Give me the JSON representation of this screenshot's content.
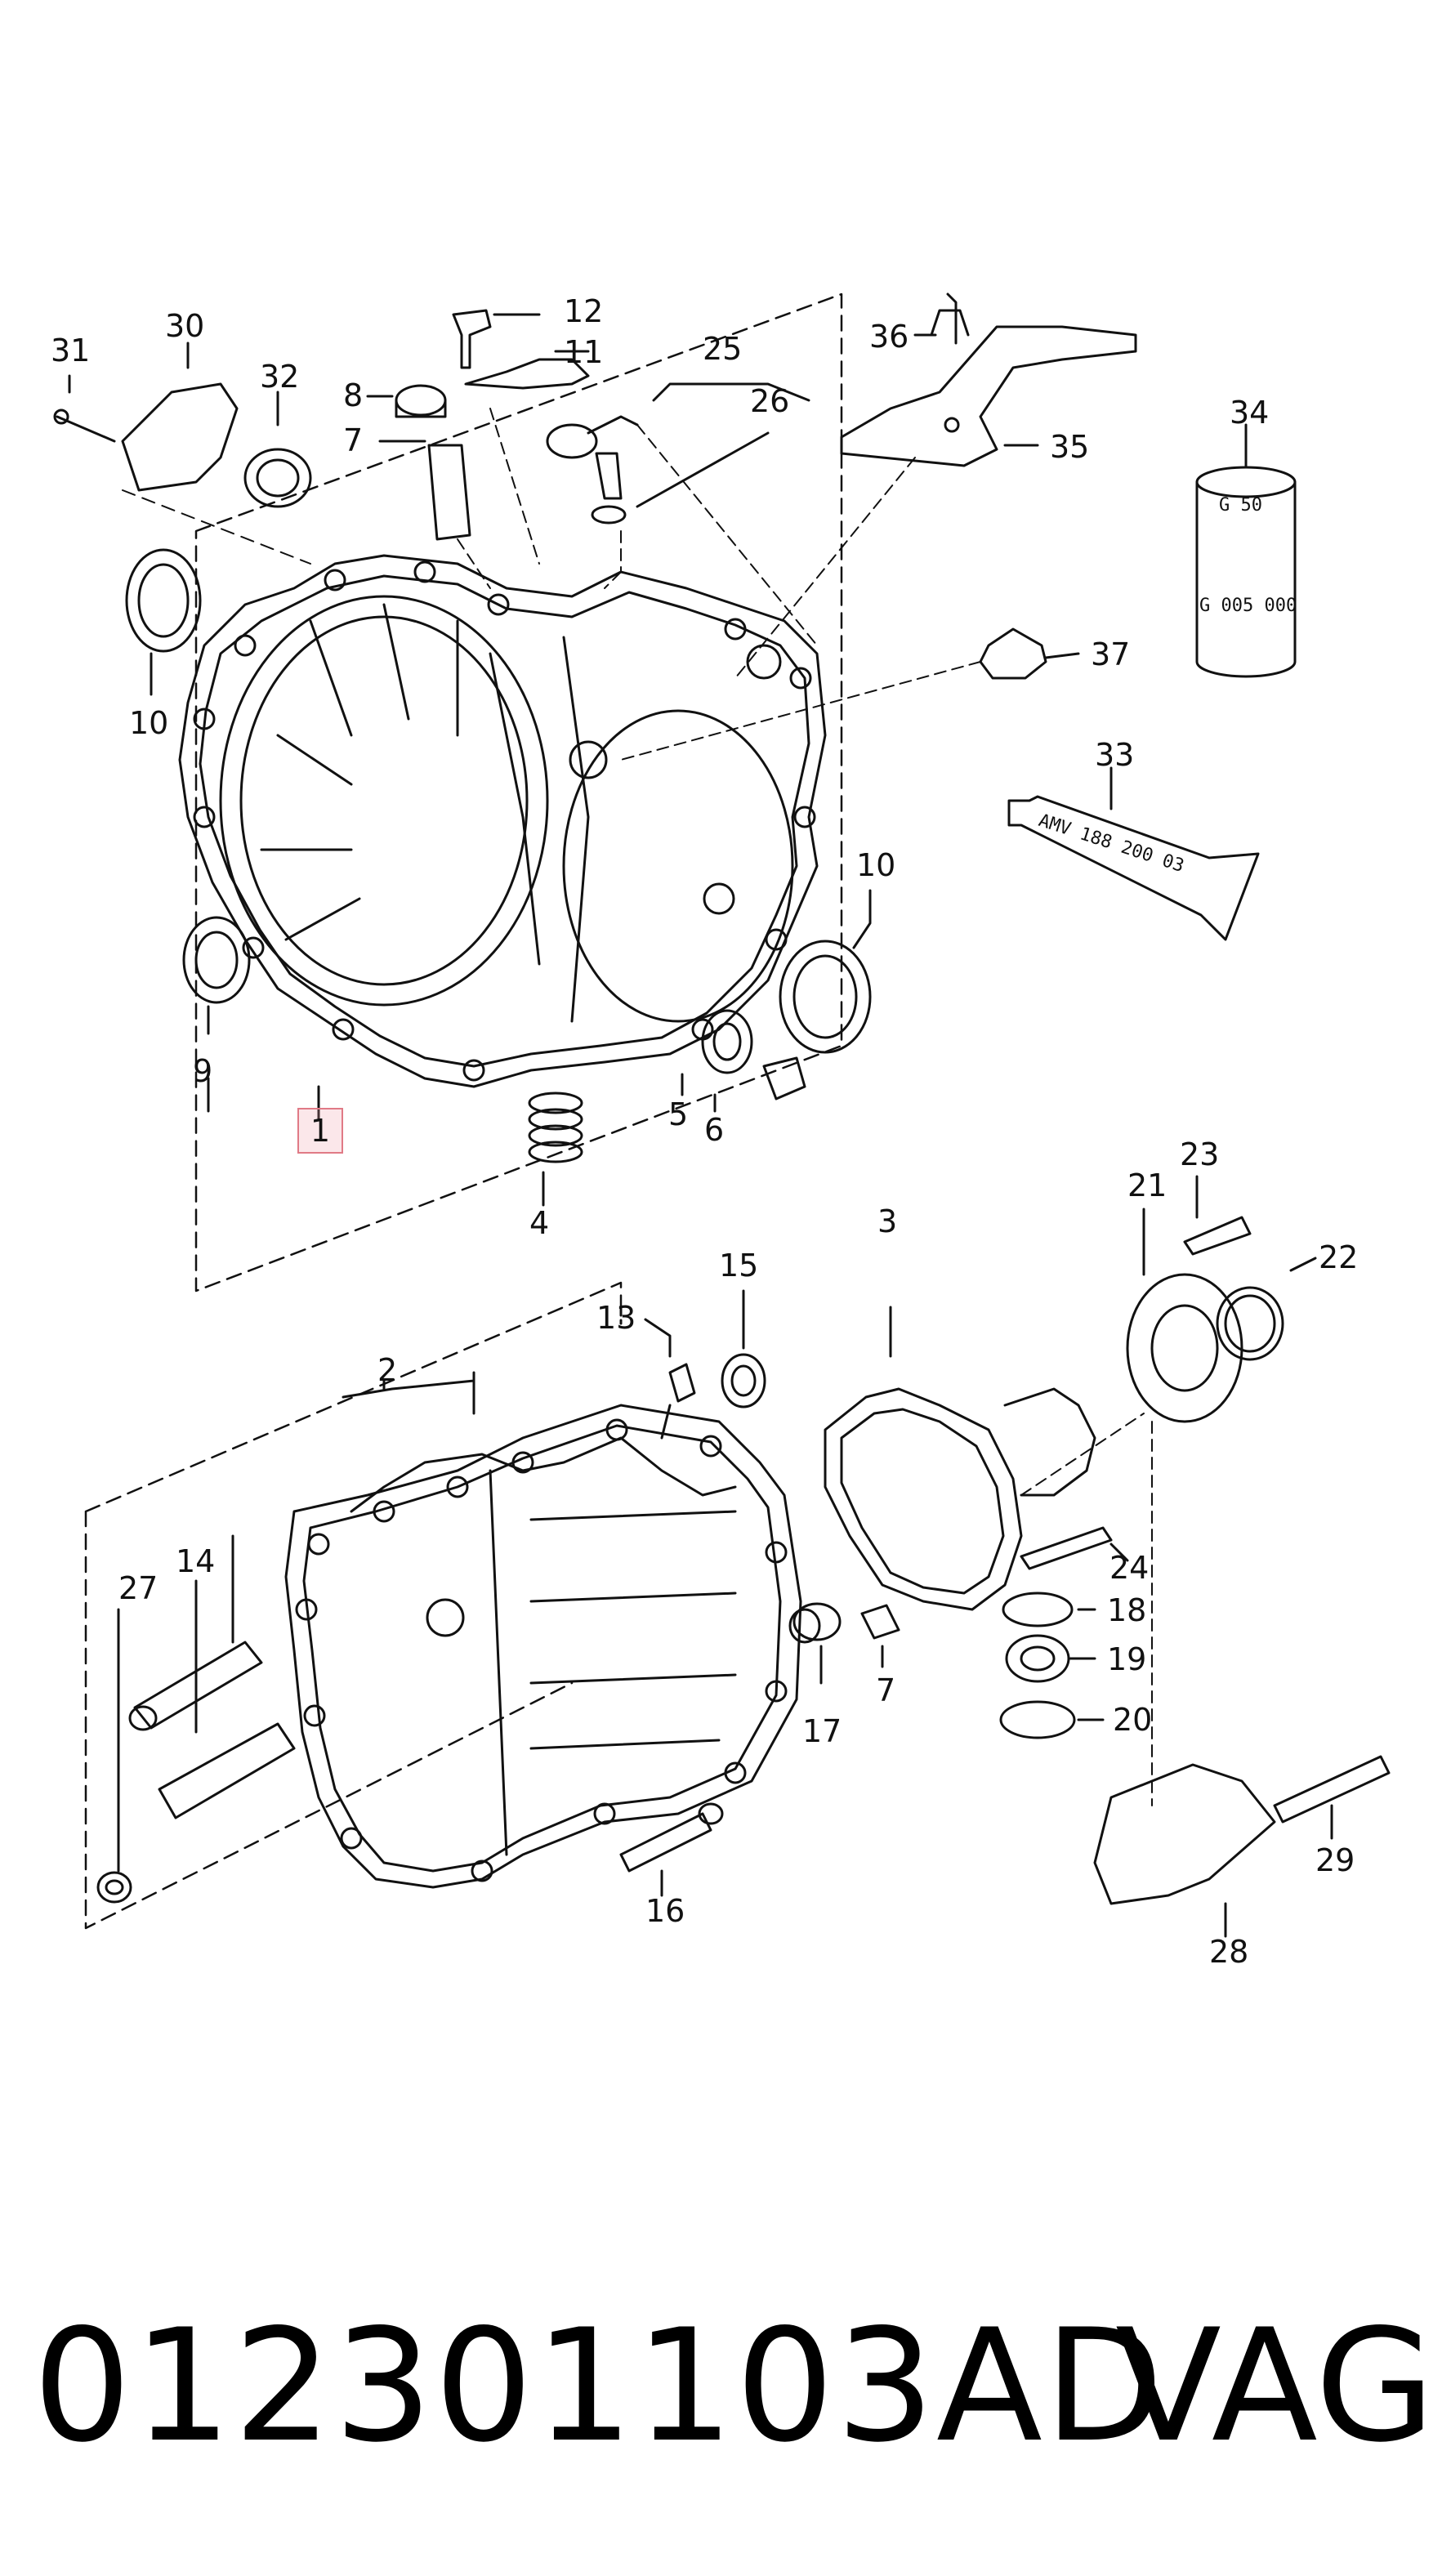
{
  "callouts": {
    "c1": "1",
    "c2": "2",
    "c3": "3",
    "c4": "4",
    "c5": "5",
    "c6": "6",
    "c7a": "7",
    "c7b": "7",
    "c8": "8",
    "c9": "9",
    "c10a": "10",
    "c10b": "10",
    "c11": "11",
    "c12": "12",
    "c13": "13",
    "c14": "14",
    "c15": "15",
    "c16": "16",
    "c17": "17",
    "c18": "18",
    "c19": "19",
    "c20": "20",
    "c21": "21",
    "c22": "22",
    "c23": "23",
    "c24": "24",
    "c25": "25",
    "c26": "26",
    "c27": "27",
    "c28": "28",
    "c29": "29",
    "c30": "30",
    "c31": "31",
    "c32": "32",
    "c33": "33",
    "c34": "34",
    "c35": "35",
    "c36": "36",
    "c37": "37"
  },
  "canister_label_top": "G 50",
  "canister_label_bottom": "G 005 000",
  "tube_label": "AMV 188 200 03",
  "footer": {
    "part_number": "012301103AD",
    "brand": "VAG"
  },
  "colors": {
    "line": "#111111",
    "highlight_border": "#e07a86",
    "highlight_fill": "#f7d3d8"
  }
}
